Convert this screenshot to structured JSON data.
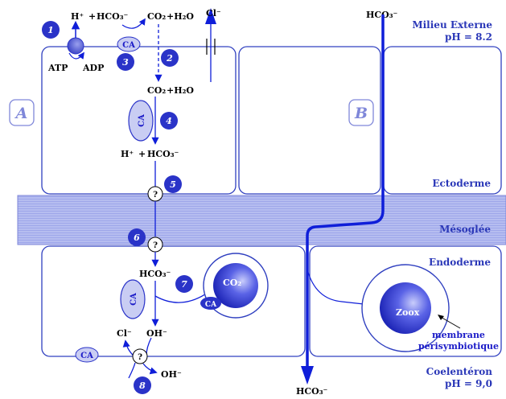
{
  "labels": {
    "milieu_externe": "Milieu Externe",
    "ph_externe": "pH = 8.2",
    "ectoderme": "Ectoderme",
    "mesoglee": "Mésoglée",
    "endoderme": "Endoderme",
    "coelenteron": "Coelentéron",
    "ph_coelenteron": "pH = 9,0",
    "panel_a": "A",
    "panel_b": "B",
    "zoox": "Zoox",
    "membrane_1": "membrane",
    "membrane_2": "périsymbiotique"
  },
  "species": {
    "h_plus": "H⁺",
    "plus": "+",
    "hco3": "HCO₃⁻",
    "co2": "CO₂",
    "h2o": "+H₂O",
    "cl": "Cl⁻",
    "oh": "OH⁻",
    "atp": "ATP",
    "adp": "ADP",
    "ca": "CA",
    "question": "?",
    "co2_vesicle": "CO₂"
  },
  "steps": [
    "1",
    "2",
    "3",
    "4",
    "5",
    "6",
    "7",
    "8"
  ],
  "colors": {
    "primary_blue": "#0f1ed9",
    "membrane_blue": "#3040c0",
    "mesoglea_fill": "#b6bdf0",
    "sphere_dark": "#2a33c8",
    "ca_fill": "#c9cdf3"
  }
}
